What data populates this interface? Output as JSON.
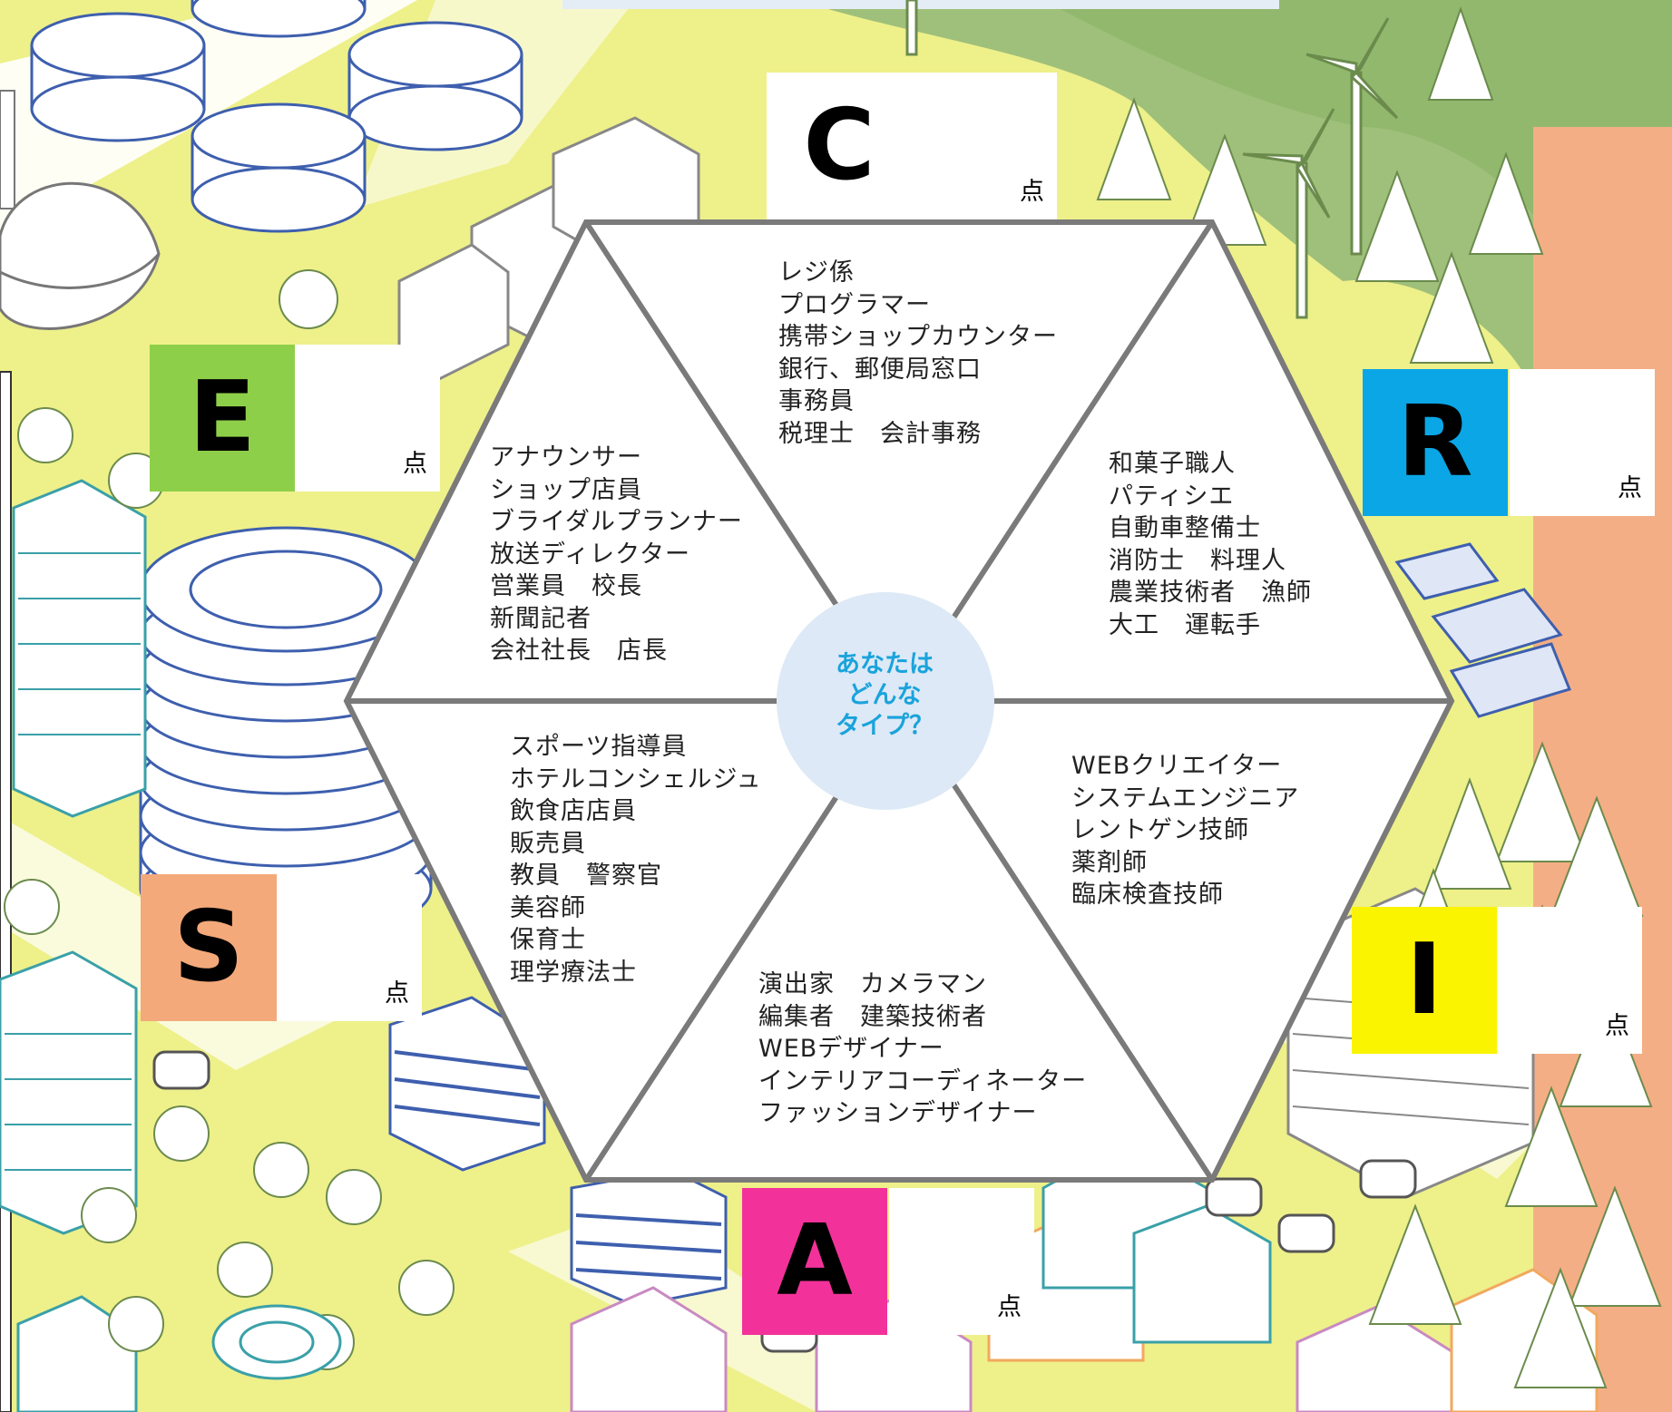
{
  "center": {
    "lines": [
      "あなたは",
      "どんな",
      "タイプ？"
    ]
  },
  "segments": {
    "C": [
      "レジ係",
      "プログラマー",
      "携帯ショップカウンター",
      "銀行、郵便局窓口",
      "事務員",
      "税理士　会計事務"
    ],
    "R": [
      "和菓子職人",
      "パティシエ",
      "自動車整備士",
      "消防士　料理人",
      "農業技術者　漁師",
      "大工　運転手"
    ],
    "I": [
      "WEBクリエイター",
      "システムエンジニア",
      "レントゲン技師",
      "薬剤師",
      "臨床検査技師"
    ],
    "A": [
      "演出家　カメラマン",
      "編集者　建築技術者",
      "WEBデザイナー",
      "インテリアコーディネーター",
      "ファッションデザイナー"
    ],
    "S": [
      "スポーツ指導員",
      "ホテルコンシェルジュ",
      "飲食店店員",
      "販売員",
      "教員　警察官",
      "美容師",
      "保育士",
      "理学療法士"
    ],
    "E": [
      "アナウンサー",
      "ショップ店員",
      "ブライダルプランナー",
      "放送ディレクター",
      "営業員　校長",
      "新聞記者",
      "会社社長　店長"
    ]
  },
  "labels": {
    "C": {
      "letter": "C",
      "unit": "点",
      "color": "#ffffff"
    },
    "R": {
      "letter": "R",
      "unit": "点",
      "color": "#0aa6e6"
    },
    "I": {
      "letter": "I",
      "unit": "点",
      "color": "#fbf400"
    },
    "A": {
      "letter": "A",
      "unit": "点",
      "color": "#f2329a"
    },
    "S": {
      "letter": "S",
      "unit": "点",
      "color": "#f3a97a"
    },
    "E": {
      "letter": "E",
      "unit": "点",
      "color": "#8ecf4a"
    }
  },
  "colors": {
    "ground": "#eef08a",
    "park": "#9fc07a",
    "orange_strip": "#f4ae85",
    "hex_stroke": "#7a7a7a",
    "center_fill": "#dde9f6",
    "center_text": "#1aa3dc",
    "building_blue": "#3e5fae",
    "building_teal": "#3aa0a8",
    "building_pink": "#c98ac2",
    "building_orange": "#f2a85e",
    "tree": "#ffffff"
  }
}
